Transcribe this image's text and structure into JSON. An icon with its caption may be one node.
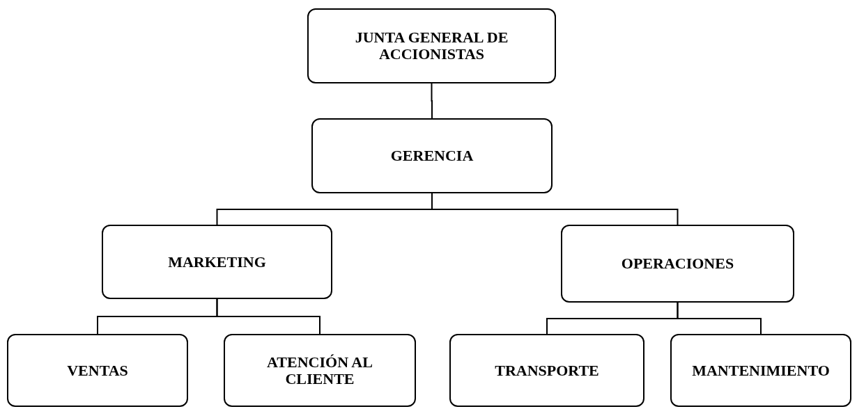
{
  "diagram": {
    "nodes": [
      {
        "text": [
          "JUNTA GENERAL DE ACCIONISTAS"
        ]
      },
      {
        "text": [
          "GERENCIA"
        ]
      },
      {
        "text": [
          "MARKETING"
        ]
      },
      {
        "text": [
          "OPERACIONES"
        ]
      },
      {
        "text": [
          "VENTAS"
        ]
      },
      {
        "text": [
          "ATENCIÓN AL CLIENTE"
        ]
      },
      {
        "text": [
          "TRANSPORTE"
        ]
      },
      {
        "text": [
          "MANTENIMIENTO"
        ]
      }
    ],
    "edges": [
      {
        "from": 0,
        "to": 1,
        "arrow": "none"
      },
      {
        "from": 1,
        "to": 2,
        "arrow": "none"
      },
      {
        "from": 1,
        "to": 3,
        "arrow": "none"
      },
      {
        "from": 2,
        "to": 4,
        "arrow": "none"
      },
      {
        "from": 2,
        "to": 5,
        "arrow": "none"
      },
      {
        "from": 3,
        "to": 6,
        "arrow": "none"
      },
      {
        "from": 3,
        "to": 7,
        "arrow": "none"
      }
    ]
  }
}
